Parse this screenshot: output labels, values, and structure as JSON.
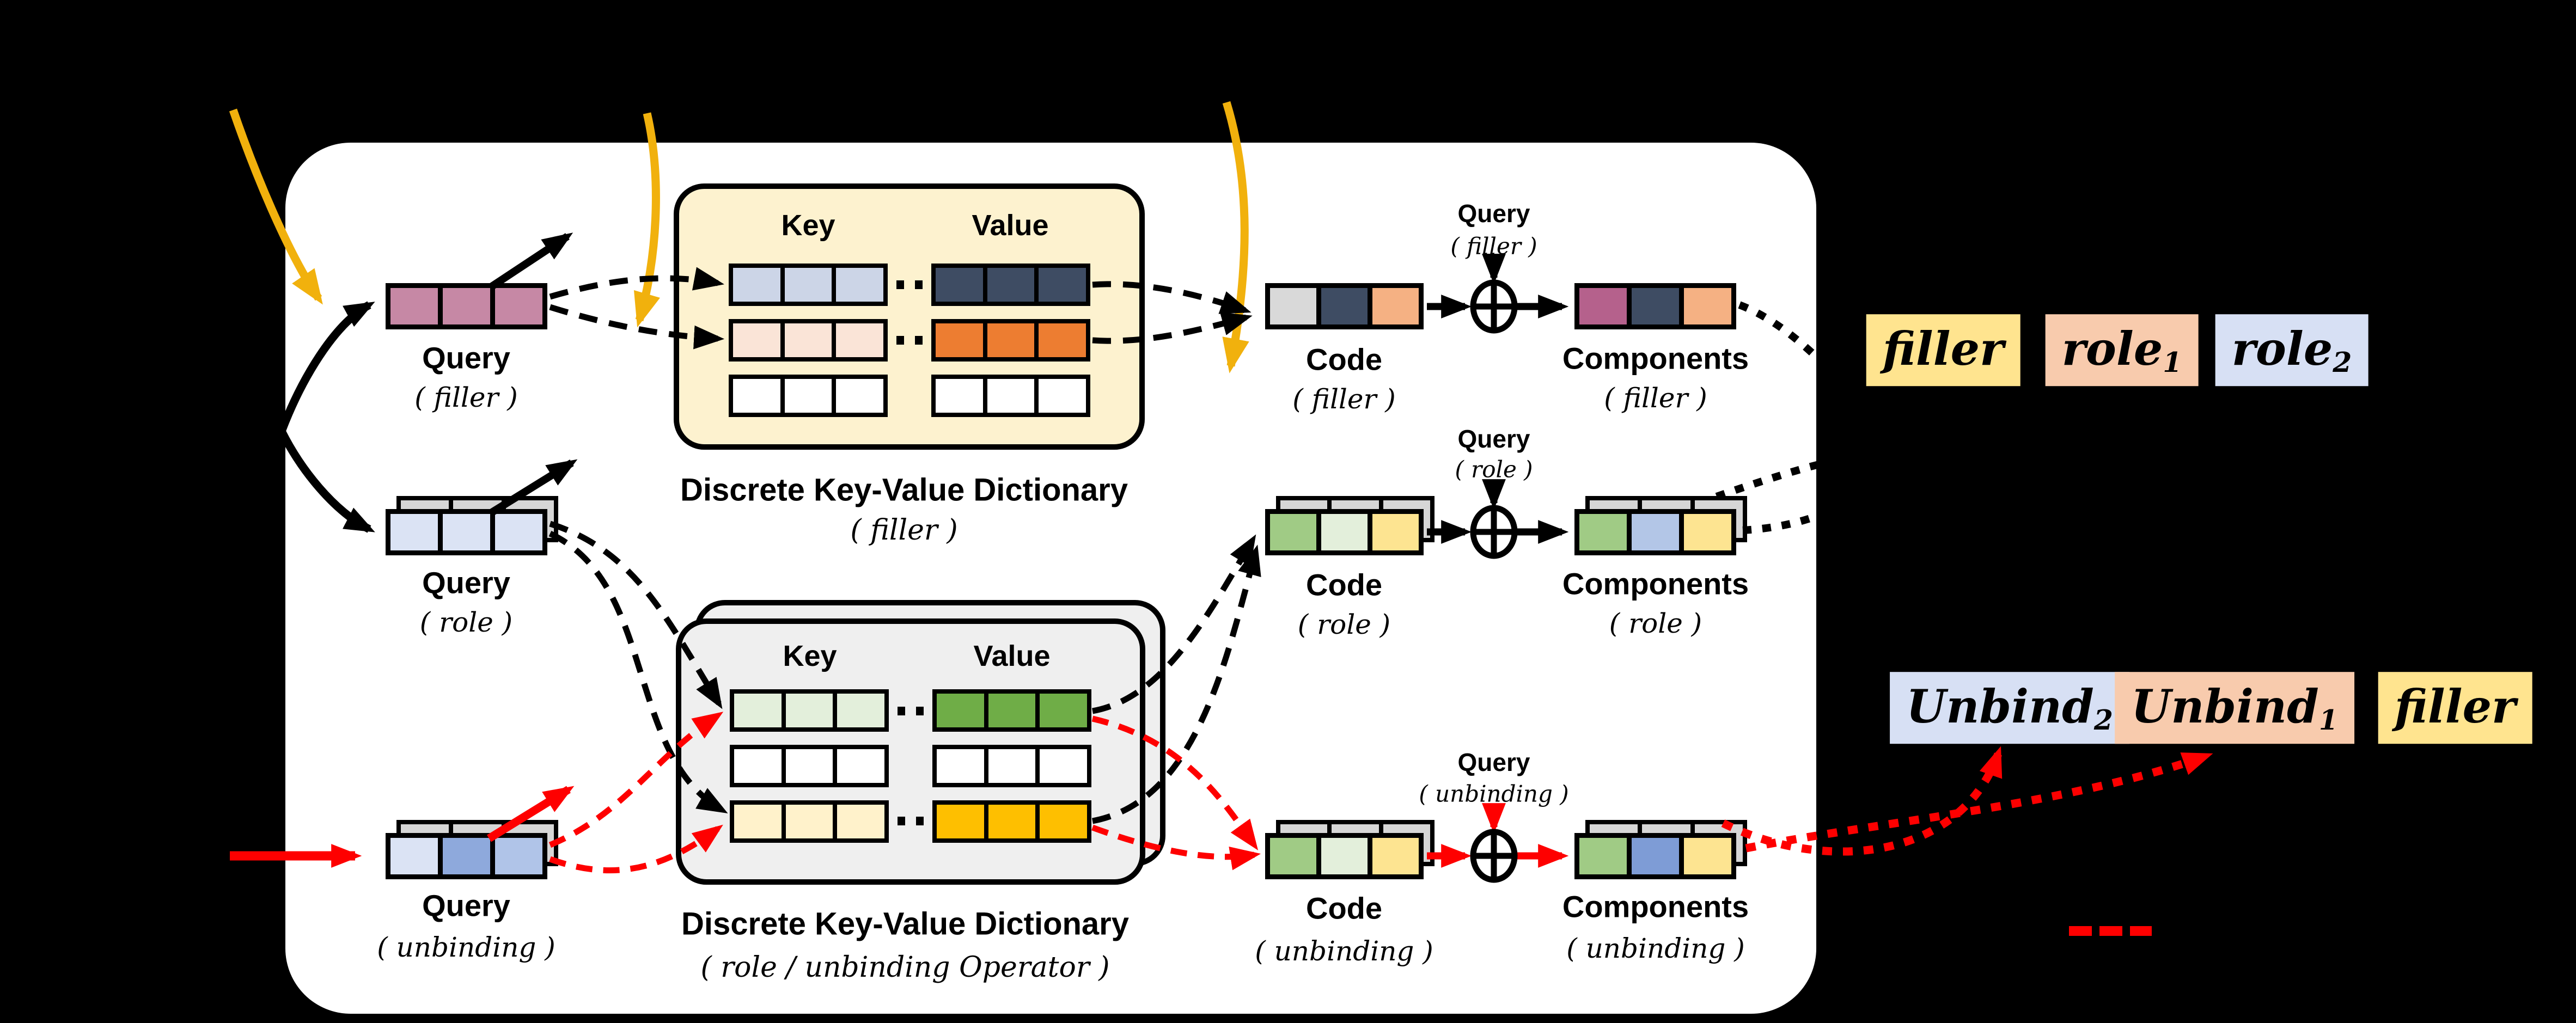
{
  "panel": {
    "bg": "#ffffff"
  },
  "colors": {
    "background": "#000000",
    "red": "#fe0000",
    "yellow_arrow": "#f1b10d",
    "black": "#000000",
    "back_cell": "#d6d6d6"
  },
  "blocks": [
    {
      "id": "query-filler",
      "label": "Query",
      "sublabel": "( filler )",
      "cells": [
        "#c688a5",
        "#c688a5",
        "#c688a5"
      ],
      "stacked": false
    },
    {
      "id": "query-role",
      "label": "Query",
      "sublabel": "( role )",
      "cells": [
        "#dbe3f4",
        "#dbe3f4",
        "#dbe3f4"
      ],
      "stacked": true
    },
    {
      "id": "query-unbinding",
      "label": "Query",
      "sublabel": "( unbinding )",
      "cells": [
        "#dbe3f4",
        "#8ea9dc",
        "#b0c4e8"
      ],
      "stacked": true
    },
    {
      "id": "code-filler",
      "label": "Code",
      "sublabel": "( filler )",
      "cells": [
        "#d9d9d9",
        "#3e4c63",
        "#f5b183"
      ],
      "stacked": false
    },
    {
      "id": "code-role",
      "label": "Code",
      "sublabel": "( role )",
      "cells": [
        "#a0cb85",
        "#e3efdb",
        "#fde491"
      ],
      "stacked": true
    },
    {
      "id": "code-unbinding",
      "label": "Code",
      "sublabel": "( unbinding )",
      "cells": [
        "#a0cb85",
        "#e3efdb",
        "#fde491"
      ],
      "stacked": true
    },
    {
      "id": "components-filler",
      "label": "Components",
      "sublabel": "( filler )",
      "cells": [
        "#b5618c",
        "#3e4c63",
        "#f5b183"
      ],
      "stacked": false
    },
    {
      "id": "components-role",
      "label": "Components",
      "sublabel": "( role )",
      "cells": [
        "#a0cb85",
        "#b3c6e7",
        "#fde491"
      ],
      "stacked": true
    },
    {
      "id": "components-unbinding",
      "label": "Components",
      "sublabel": "( unbinding )",
      "cells": [
        "#a0cb85",
        "#7e9cd6",
        "#fde491"
      ],
      "stacked": true
    }
  ],
  "dicts": [
    {
      "id": "dict-filler",
      "title": "Discrete Key-Value Dictionary",
      "subtitle": "( filler )",
      "key_header": "Key",
      "value_header": "Value",
      "bg": "#fdf2cf",
      "rows": [
        {
          "key": "#ccd5e7",
          "value": "#3e4c63"
        },
        {
          "key": "#fae4d7",
          "value": "#ed7d31"
        },
        {
          "key": "#ffffff",
          "value": "#ffffff"
        }
      ]
    },
    {
      "id": "dict-role-unbinding",
      "title": "Discrete Key-Value Dictionary",
      "subtitle": "( role / unbinding Operator )",
      "key_header": "Key",
      "value_header": "Value",
      "bg": "#efefef",
      "rows": [
        {
          "key": "#e3efdb",
          "value": "#6fad47"
        },
        {
          "key": "#ffffff",
          "value": "#ffffff"
        },
        {
          "key": "#fff2cb",
          "value": "#febf00"
        }
      ]
    }
  ],
  "op_labels": [
    {
      "label": "Query",
      "sublabel": "( filler )"
    },
    {
      "label": "Query",
      "sublabel": "( role )"
    },
    {
      "label": "Query",
      "sublabel": "( unbinding )"
    }
  ],
  "outputs_top": [
    {
      "text": "filler",
      "sub": "",
      "bg": "#ffe48f"
    },
    {
      "text": "role",
      "sub": "1",
      "bg": "#f8cbad"
    },
    {
      "text": "role",
      "sub": "2",
      "bg": "#d7e0f4"
    }
  ],
  "outputs_bottom": [
    {
      "text": "Unbind",
      "sub": "2",
      "bg": "#d7e0f4"
    },
    {
      "text": "Unbind",
      "sub": "1",
      "bg": "#f8cbad"
    },
    {
      "text": "filler",
      "sub": "",
      "bg": "#ffe48f"
    }
  ]
}
